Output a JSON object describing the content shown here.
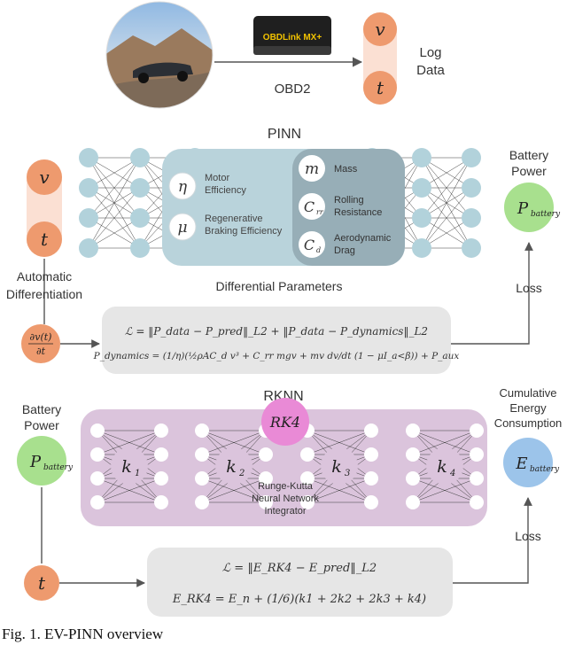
{
  "top": {
    "device_label": "OBDLink MX+",
    "obd_label": "OBD2",
    "log_label_line1": "Log",
    "log_label_line2": "Data",
    "var_v": "v",
    "var_t": "t"
  },
  "pinn": {
    "title": "PINN",
    "input_v": "v",
    "input_t": "t",
    "eta_symbol": "η",
    "eta_line1": "Motor",
    "eta_line2": "Efficiency",
    "mu_symbol": "μ",
    "mu_line1": "Regenerative",
    "mu_line2": "Braking Efficiency",
    "m_symbol": "m",
    "m_label": "Mass",
    "crr_symbol": "C",
    "crr_sub": "rr",
    "crr_line1": "Rolling",
    "crr_line2": "Resistance",
    "cd_symbol": "C",
    "cd_sub": "d",
    "cd_line1": "Aerodynamic",
    "cd_line2": "Drag",
    "params_label": "Differential Parameters",
    "output_title_line1": "Battery",
    "output_title_line2": "Power",
    "output_symbol": "P",
    "output_sub": "battery",
    "autodiff_line1": "Automatic",
    "autodiff_line2": "Differentiation",
    "deriv_num": "∂v(t)",
    "deriv_den": "∂t",
    "loss_label": "Loss",
    "eq1": "ℒ = ‖P_data − P_pred‖_L2 + ‖P_data − P_dynamics‖_L2",
    "eq2": "P_dynamics = (1/η)(½ρAC_d v³ + C_rr mgv + mv dv/dt (1 − μI_a<β)) + P_aux"
  },
  "rknn": {
    "title": "RKNN",
    "input_title_line1": "Battery",
    "input_title_line2": "Power",
    "input_symbol": "P",
    "input_sub": "battery",
    "k1": "k",
    "k1_sub": "1",
    "k2": "k",
    "k2_sub": "2",
    "k3": "k",
    "k3_sub": "3",
    "k4": "k",
    "k4_sub": "4",
    "rk4_label": "RK4",
    "integrator_line1": "Runge-Kutta",
    "integrator_line2": "Neural Network",
    "integrator_line3": "Integrator",
    "output_title_line1": "Cumulative",
    "output_title_line2": "Energy",
    "output_title_line3": "Consumption",
    "output_symbol": "E",
    "output_sub": "battery",
    "time_symbol": "t",
    "loss_label": "Loss",
    "eq1": "ℒ = ‖E_RK4 − E_pred‖_L2",
    "eq2": "E_RK4 = E_n + (1/6)(k1 + 2k2 + 2k3 + k4)"
  },
  "caption": "Fig. 1. EV-PINN overview",
  "colors": {
    "orange": "#ee9a6e",
    "orange_light": "#fbe0d3",
    "green": "#a8e08e",
    "blue": "#9cc4ea",
    "pink": "#e98ad6",
    "pinn_panel": "#b9d3db",
    "pinn_panel_dark": "#97aeb7",
    "rknn_panel": "#dbc4dc",
    "eq_box": "#e6e6e6",
    "node": "#b2d2db",
    "node_rk": "#ffffff",
    "edge": "#3b3b3b"
  }
}
